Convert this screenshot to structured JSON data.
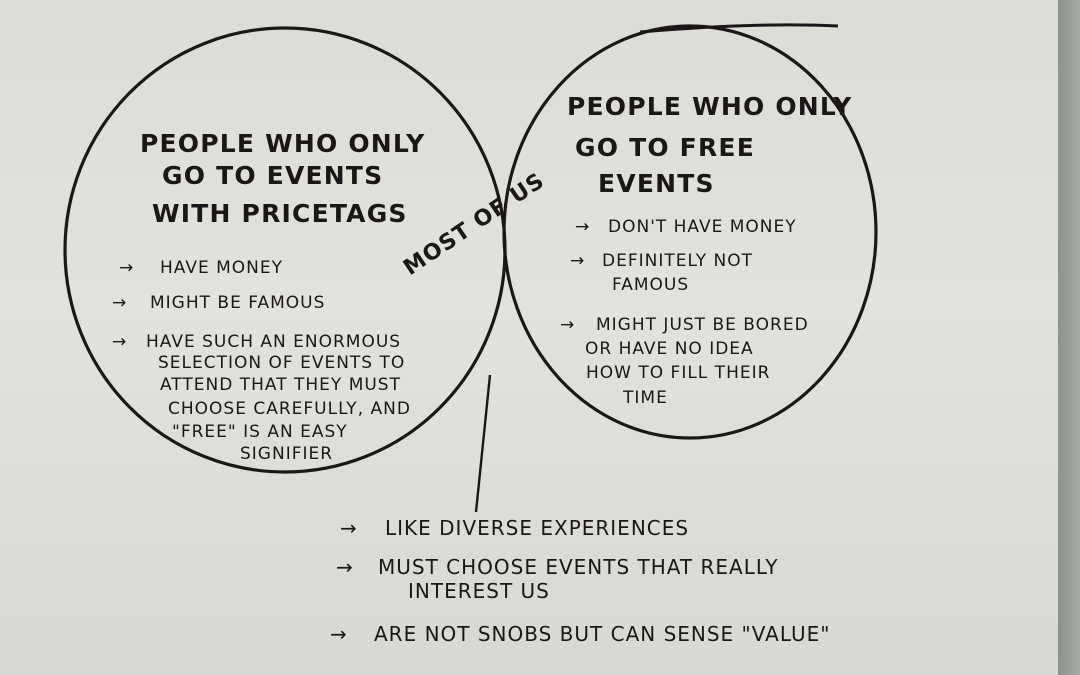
{
  "diagram": {
    "left_set": {
      "title_lines": [
        "PEOPLE WHO ONLY",
        "GO TO EVENTS",
        "WITH PRICETAGS"
      ],
      "items": [
        {
          "lines": [
            "HAVE MONEY"
          ]
        },
        {
          "lines": [
            "MIGHT BE FAMOUS"
          ]
        },
        {
          "lines": [
            "HAVE SUCH AN ENORMOUS",
            "SELECTION OF EVENTS TO",
            "ATTEND THAT THEY MUST",
            "CHOOSE CAREFULLY, AND",
            "\"FREE\" IS AN EASY",
            "SIGNIFIER"
          ]
        }
      ]
    },
    "right_set": {
      "title_lines": [
        "PEOPLE WHO ONLY",
        "GO TO FREE",
        "EVENTS"
      ],
      "items": [
        {
          "lines": [
            "DON'T HAVE MONEY"
          ]
        },
        {
          "lines": [
            "DEFINITELY NOT",
            "FAMOUS"
          ]
        },
        {
          "lines": [
            "MIGHT JUST BE BORED",
            "OR HAVE NO IDEA",
            "HOW TO FILL THEIR",
            "TIME"
          ]
        }
      ]
    },
    "intersection": {
      "label": "MOST OF US",
      "items": [
        {
          "lines": [
            "LIKE DIVERSE EXPERIENCES"
          ]
        },
        {
          "lines": [
            "MUST CHOOSE EVENTS THAT REALLY",
            "INTEREST US"
          ]
        },
        {
          "lines": [
            "ARE NOT SNOBS BUT CAN SENSE \"VALUE\""
          ]
        }
      ]
    },
    "colors": {
      "ink": "#1b1618",
      "intersection_fill": "#e4606a",
      "paper": "#e0e0da"
    }
  }
}
